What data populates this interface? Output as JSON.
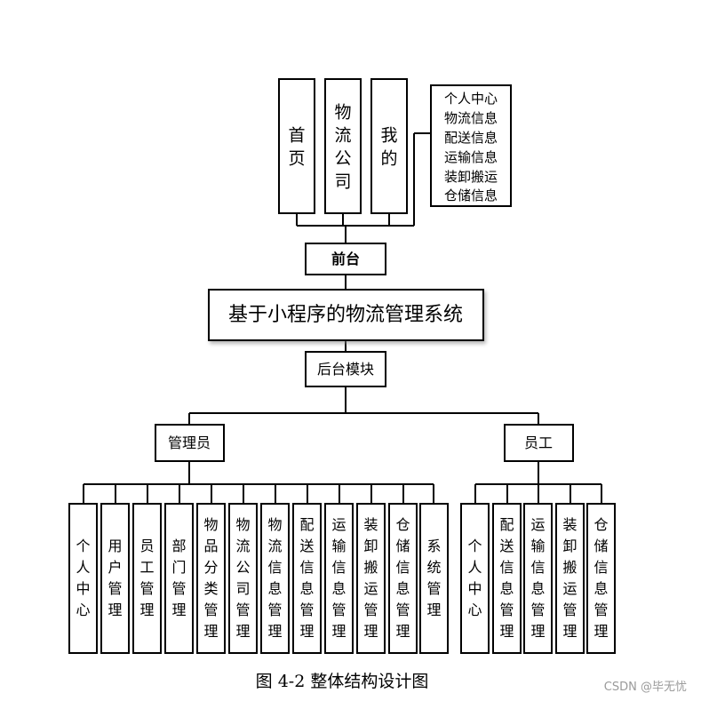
{
  "diagram": {
    "front": {
      "label": "前台",
      "pages": [
        "首页",
        "物流公司",
        "我的"
      ],
      "my_items": [
        "个人中心",
        "物流信息",
        "配送信息",
        "运输信息",
        "装卸搬运",
        "仓储信息"
      ]
    },
    "system_title": "基于小程序的物流管理系统",
    "backend": {
      "label": "后台模块",
      "admin": {
        "label": "管理员",
        "modules": [
          "个人中心",
          "用户管理",
          "员工管理",
          "部门管理",
          "物品分类管理",
          "物流公司管理",
          "物流信息管理",
          "配送信息管理",
          "运输信息管理",
          "装卸搬运管理",
          "仓储信息管理",
          "系统管理"
        ]
      },
      "staff": {
        "label": "员工",
        "modules": [
          "个人中心",
          "配送信息管理",
          "运输信息管理",
          "装卸搬运管理",
          "仓储信息管理"
        ]
      }
    },
    "caption": "图 4-2  整体结构设计图",
    "watermark": "CSDN @毕无忧"
  }
}
